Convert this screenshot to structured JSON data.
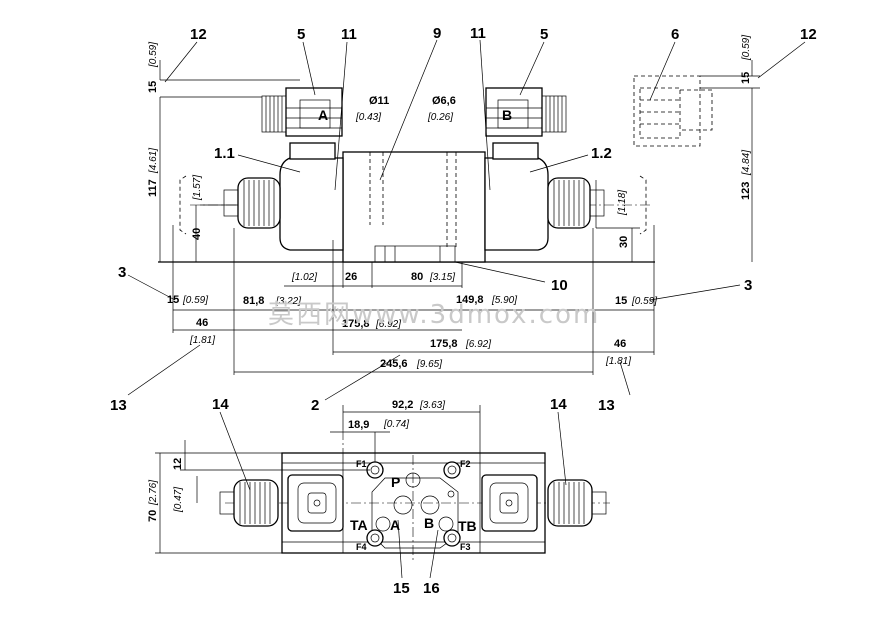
{
  "callouts": {
    "c12_left": "12",
    "c5_left": "5",
    "c11_left": "11",
    "c9": "9",
    "c11_right": "11",
    "c5_right": "5",
    "c6": "6",
    "c12_right": "12",
    "c1_1": "1.1",
    "c1_2": "1.2",
    "c3_left": "3",
    "c3_right": "3",
    "c10": "10",
    "c13_left": "13",
    "c13_right": "13",
    "c2": "2",
    "c14_left": "14",
    "c14_right": "14",
    "c15": "15",
    "c16": "16"
  },
  "dimensions": {
    "d15_vert": "15",
    "d15_vert_in": "[0.59]",
    "d117": "117",
    "d117_in": "[4.61]",
    "d157_in": "[1.57]",
    "d40": "40",
    "d123": "123",
    "d123_in": "[4.84]",
    "d15_vert_r": "15",
    "d15_vert_r_in": "[0.59]",
    "d118_in": "[1.18]",
    "d30": "30",
    "d11_dia": "Ø11",
    "d11_dia_in": "[0.43]",
    "d66_dia": "Ø6,6",
    "d66_dia_in": "[0.26]",
    "d102_in": "[1.02]",
    "d26": "26",
    "d80": "80",
    "d80_in": "[3.15]",
    "d15_h_l": "15",
    "d15_h_l_in": "[0.59]",
    "d818": "81,8",
    "d818_in": "[3.22]",
    "d1498": "149,8",
    "d1498_in": "[5.90]",
    "d15_h_r": "15",
    "d15_h_r_in": "[0.59]",
    "d46_l": "46",
    "d46_l_in": "[1.81]",
    "d1758_a": "175,8",
    "d1758_a_in": "[6.92]",
    "d1758_b": "175,8",
    "d1758_b_in": "[6.92]",
    "d46_r": "46",
    "d46_r_in": "[1.81]",
    "d2456": "245,6",
    "d2456_in": "[9.65]",
    "d922": "92,2",
    "d922_in": "[3.63]",
    "d189": "18,9",
    "d189_in": "[0.74]",
    "d12": "12",
    "d047_in": "[0.47]",
    "d70": "70",
    "d70_in": "[2.76]"
  },
  "labels": {
    "coil_a": "A",
    "coil_b": "B",
    "port_p": "P",
    "port_a": "A",
    "port_b": "B",
    "port_ta": "TA",
    "port_tb": "TB",
    "f1": "F1",
    "f2": "F2",
    "f3": "F3",
    "f4": "F4"
  },
  "watermark": "莫西网www.3dmox.com"
}
